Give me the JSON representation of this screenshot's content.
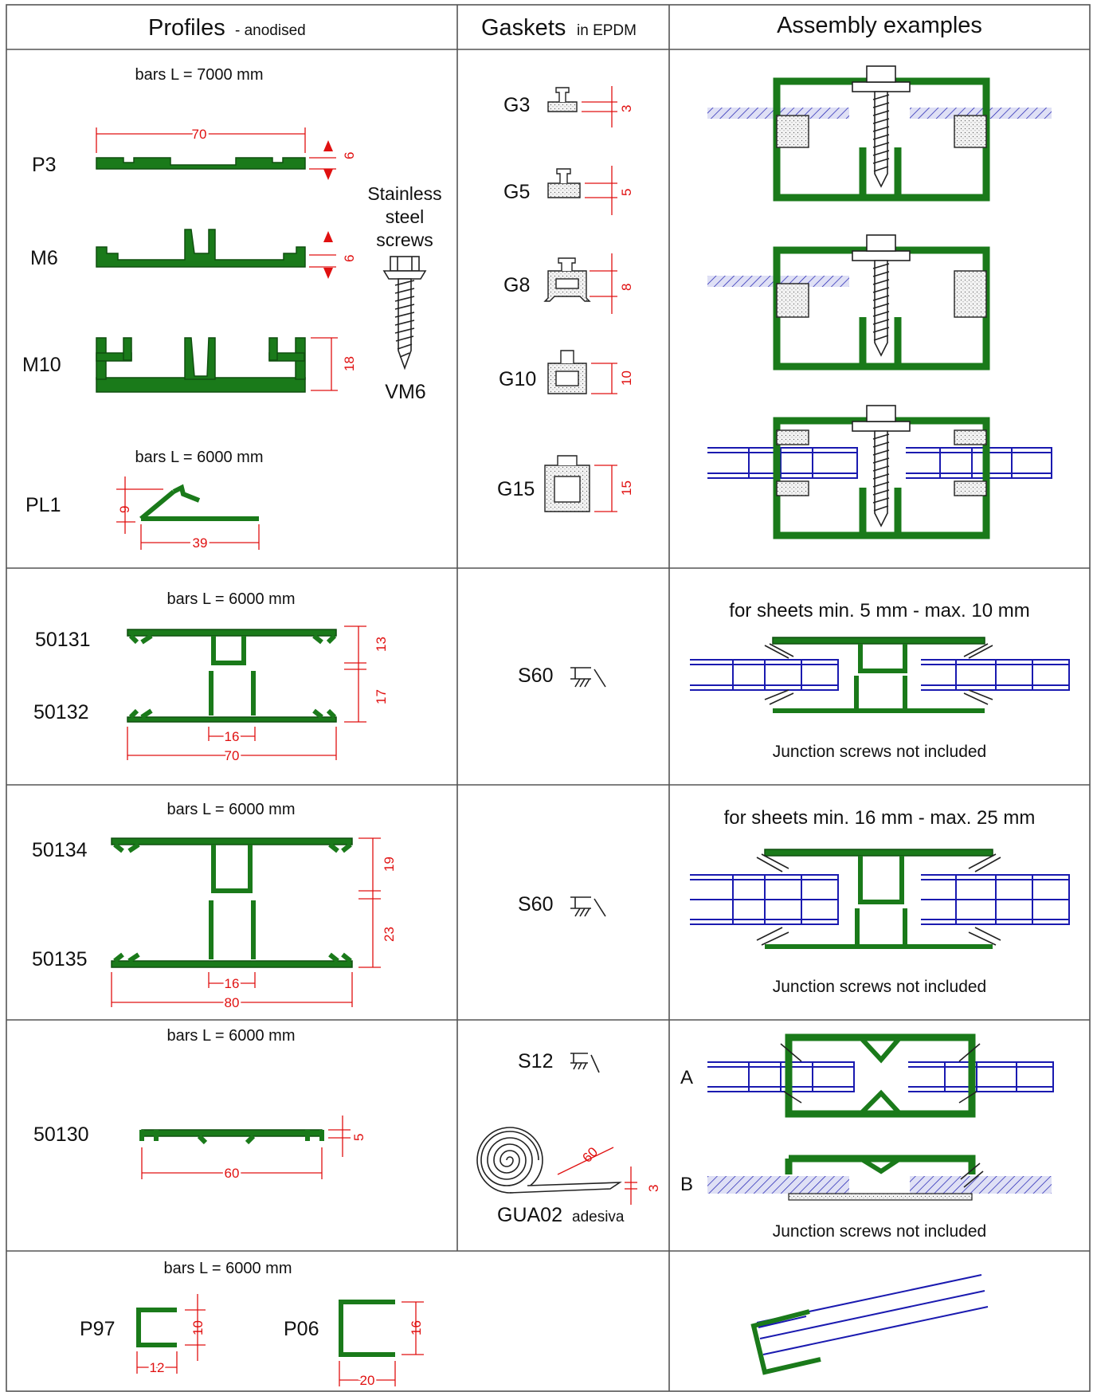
{
  "headers": {
    "profiles": "Profiles",
    "profiles_sub": "- anodised",
    "gaskets": "Gaskets",
    "gaskets_sub": "in EPDM",
    "assembly": "Assembly examples"
  },
  "row1": {
    "bars": "bars L = 7000 mm",
    "bars2": "bars L = 6000 mm",
    "profiles": [
      "P3",
      "M6",
      "M10",
      "PL1"
    ],
    "dims": {
      "p3_len": "70",
      "p3_h": "6",
      "m6_h": "6",
      "m10_h": "18",
      "pl1_h": "9",
      "pl1_len": "39"
    },
    "screws_l1": "Stainless",
    "screws_l2": "steel",
    "screws_l3": "screws",
    "screw_code": "VM6",
    "gaskets": [
      "G3",
      "G5",
      "G8",
      "G10",
      "G15"
    ],
    "gasket_dims": [
      "3",
      "5",
      "8",
      "10",
      "15"
    ]
  },
  "row2": {
    "bars": "bars L = 6000 mm",
    "profiles": [
      "50131",
      "50132"
    ],
    "dims": {
      "top": "13",
      "bottom": "17",
      "inner": "16",
      "width": "70"
    },
    "gasket": "S60",
    "caption": "for sheets min. 5 mm - max. 10 mm",
    "note": "Junction screws not included"
  },
  "row3": {
    "bars": "bars L = 6000 mm",
    "profiles": [
      "50134",
      "50135"
    ],
    "dims": {
      "top": "19",
      "bottom": "23",
      "inner": "16",
      "width": "80"
    },
    "gasket": "S60",
    "caption": "for sheets min. 16 mm - max. 25 mm",
    "note": "Junction screws not included"
  },
  "row4": {
    "bars": "bars L = 6000 mm",
    "profile": "50130",
    "dims": {
      "h": "5",
      "width": "60"
    },
    "gasket1": "S12",
    "gasket2": "GUA02",
    "gasket2_sub": "adesiva",
    "gasket2_dims": {
      "w": "60",
      "t": "3"
    },
    "label_a": "A",
    "label_b": "B",
    "note": "Junction screws not included"
  },
  "row5": {
    "bars": "bars L = 6000 mm",
    "profiles": [
      "P97",
      "P06"
    ],
    "dims": {
      "p97_h": "10",
      "p97_w": "12",
      "p06_h": "16",
      "p06_w": "20"
    }
  },
  "colors": {
    "profile": "#1a7a1a",
    "dimension": "#e01010",
    "sheet": "#1a1ab0"
  }
}
